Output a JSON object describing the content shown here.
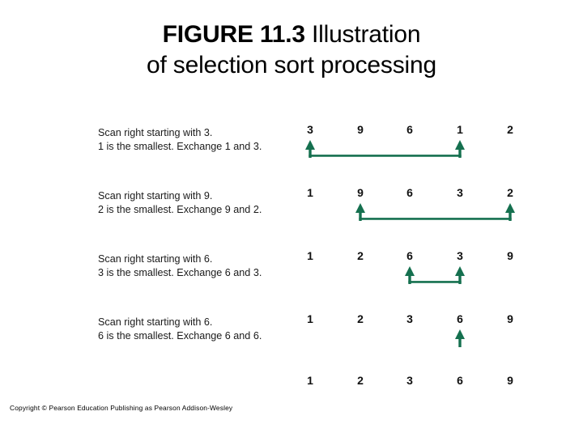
{
  "slide": {
    "title_bold": "FIGURE 11.3",
    "title_rest": "Illustration of selection sort processing",
    "title_line1_bold": "FIGURE 11.3",
    "title_line1_rest": "  Illustration",
    "title_line2": "of selection sort processing",
    "copyright": "Copyright © Pearson Education Publishing as Pearson Addison-Wesley",
    "accent_color": "#15704f",
    "text_color": "#111111",
    "background_color": "#ffffff"
  },
  "figure": {
    "arrow_color": "#15704f",
    "column_count": 5,
    "steps": [
      {
        "caption_line1": "Scan right starting with 3.",
        "caption_line2": "1 is the smallest. Exchange 1 and 3.",
        "values": [
          "3",
          "9",
          "6",
          "1",
          "2"
        ],
        "arrow_columns": [
          0,
          3
        ],
        "connector": true
      },
      {
        "caption_line1": "Scan right starting with 9.",
        "caption_line2": "2 is the smallest. Exchange 9 and 2.",
        "values": [
          "1",
          "9",
          "6",
          "3",
          "2"
        ],
        "arrow_columns": [
          1,
          4
        ],
        "connector": true
      },
      {
        "caption_line1": "Scan right starting with 6.",
        "caption_line2": "3 is the smallest. Exchange 6 and 3.",
        "values": [
          "1",
          "2",
          "6",
          "3",
          "9"
        ],
        "arrow_columns": [
          2,
          3
        ],
        "connector": true
      },
      {
        "caption_line1": "Scan right starting with 6.",
        "caption_line2": "6 is the smallest. Exchange 6 and 6.",
        "values": [
          "1",
          "2",
          "3",
          "6",
          "9"
        ],
        "arrow_columns": [
          3
        ],
        "connector": false
      },
      {
        "caption_line1": "",
        "caption_line2": "",
        "values": [
          "1",
          "2",
          "3",
          "6",
          "9"
        ],
        "arrow_columns": [],
        "connector": false
      }
    ]
  }
}
